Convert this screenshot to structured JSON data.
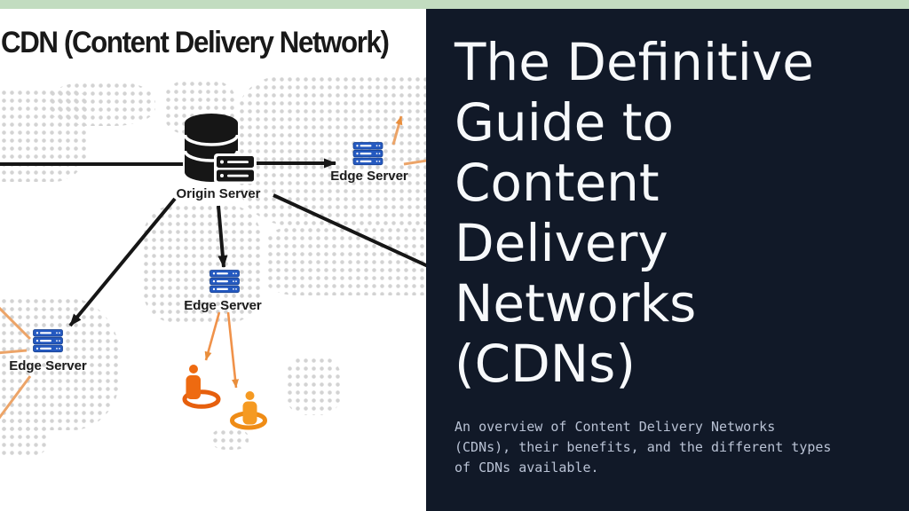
{
  "top_bar": {
    "color": "#c2dcc0"
  },
  "diagram": {
    "background": "#ffffff",
    "title": "CDN (Content Delivery Network)",
    "origin_server_label": "Origin Server",
    "edge_server_labels": [
      "Edge Server",
      "Edge Server",
      "Edge Server"
    ],
    "icons": {
      "origin": "database-server-icon",
      "edge": "server-rack-icon",
      "user": "person-location-icon"
    },
    "colors": {
      "arrow_black": "#161616",
      "edge_server_blue": "#2459c0",
      "user_orange_dark": "#ee6a10",
      "user_orange_light": "#f59a22",
      "arrow_orange": "#eca468",
      "map_dot_gray": "#d3d3d3"
    }
  },
  "title_panel": {
    "background": "#111928",
    "title_color": "#f7f9fb",
    "subtitle_color": "#b9c2d4",
    "title_lines": [
      "The Definitive",
      "Guide to",
      "Content",
      "Delivery",
      "Networks",
      "(CDNs)"
    ],
    "subtitle_lines": [
      "An overview of Content Delivery Networks",
      "(CDNs), their benefits, and the different types",
      "of CDNs available."
    ]
  }
}
